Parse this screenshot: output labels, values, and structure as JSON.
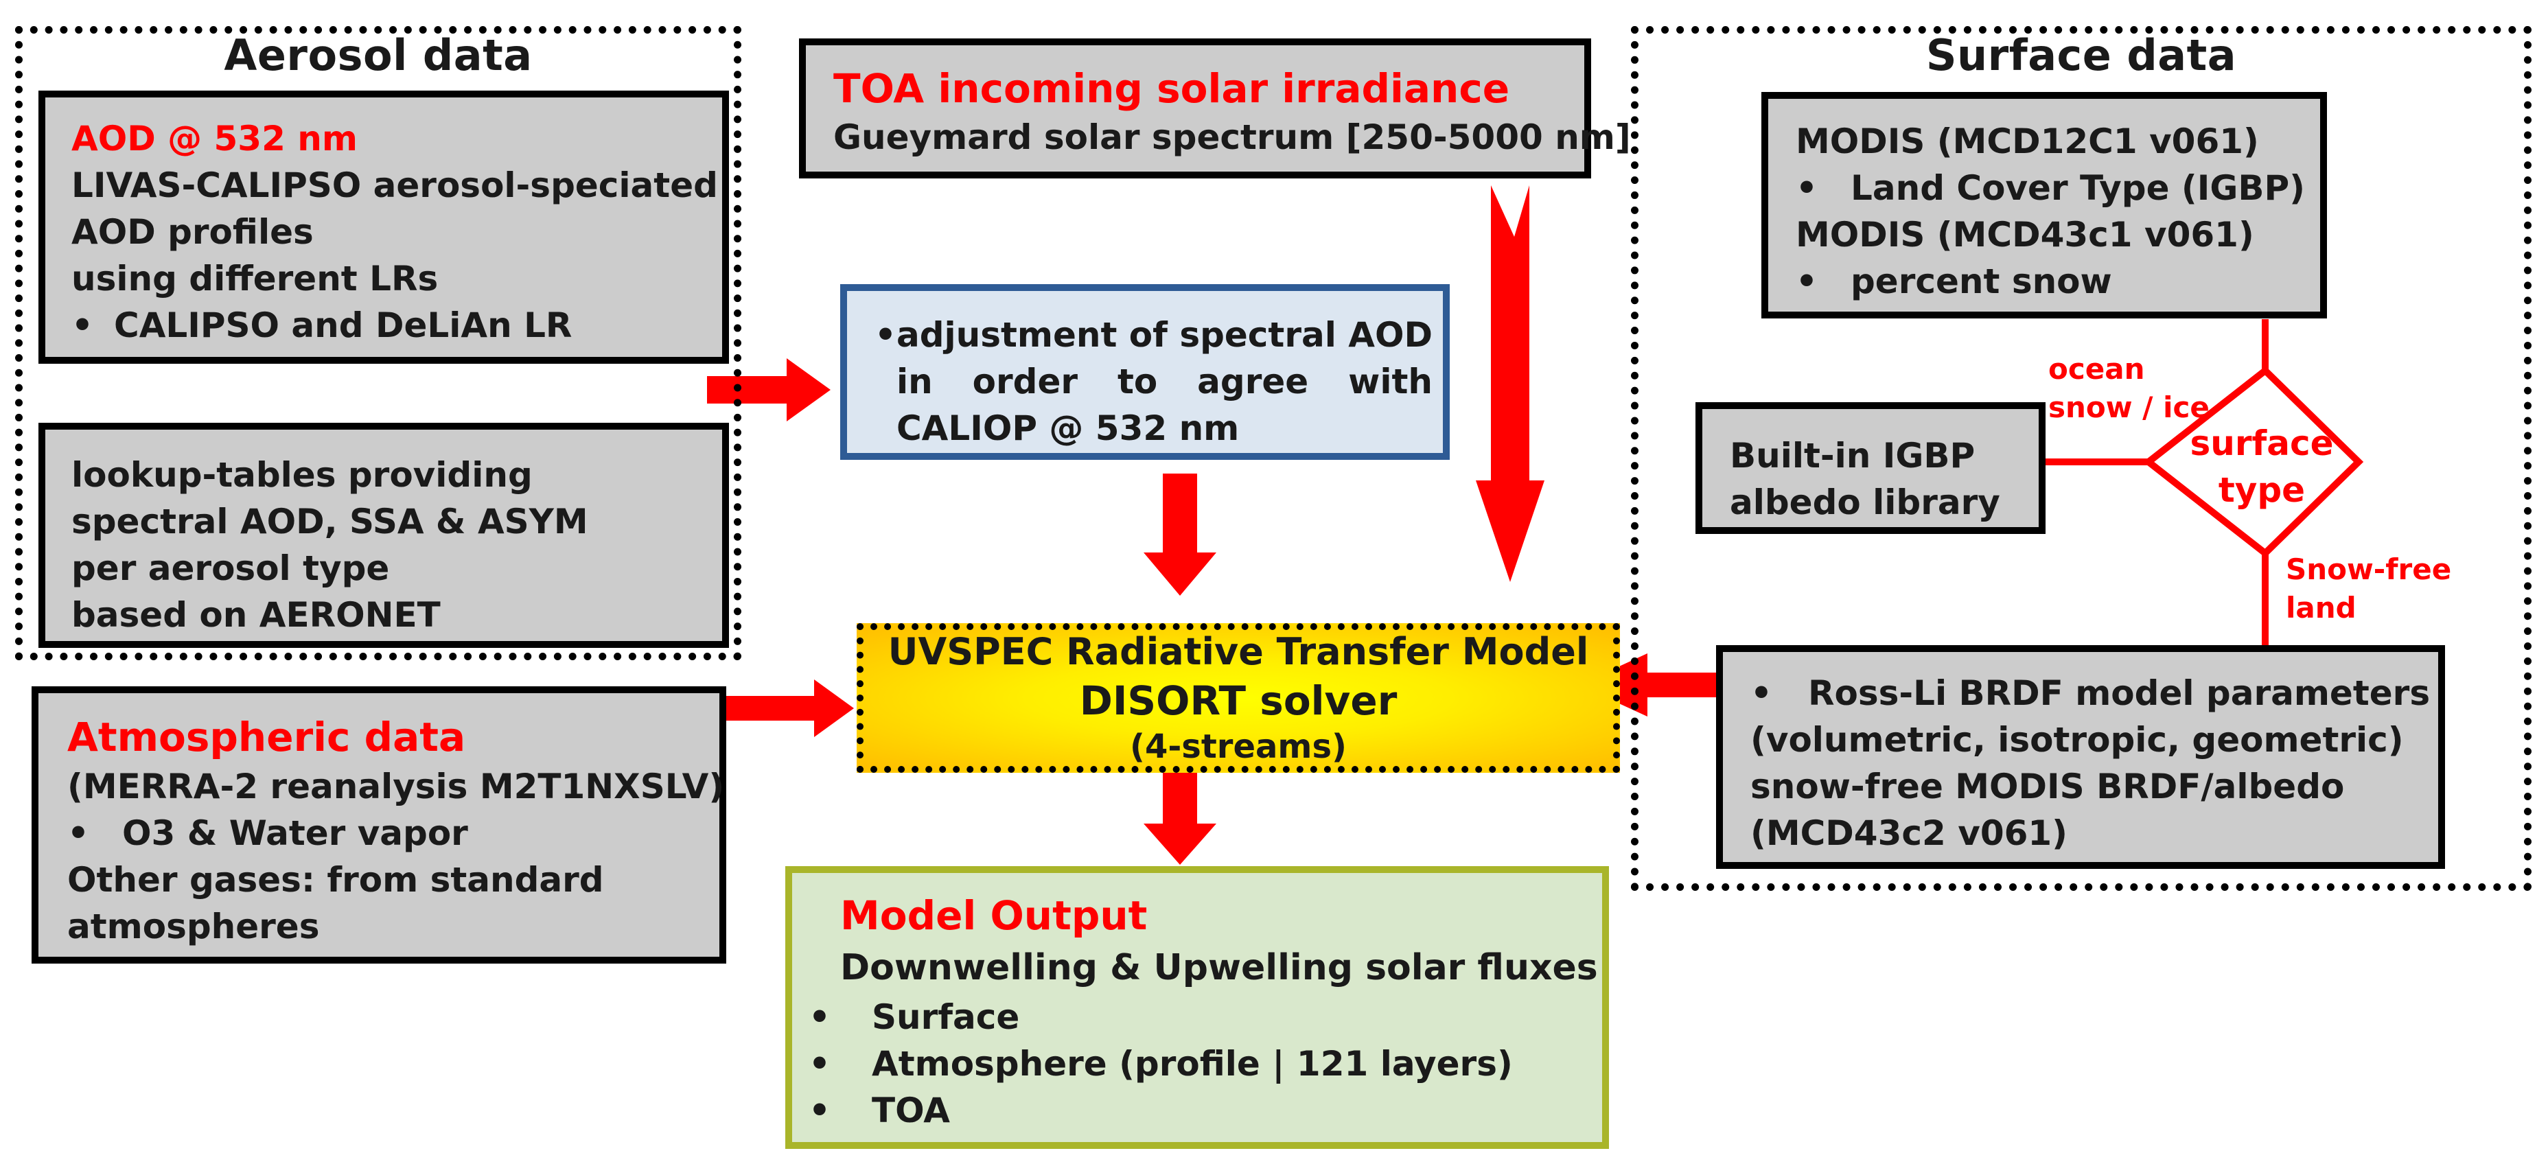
{
  "aerosol": {
    "title": "Aerosol data",
    "aod_box": {
      "heading": "AOD @ 532 nm",
      "line1": "LIVAS-CALIPSO aerosol-speciated",
      "line2": "AOD profiles",
      "line3": "using different LRs",
      "bullet1": "CALIPSO and DeLiAn LR"
    },
    "lut_box": {
      "line1": "lookup-tables providing",
      "line2": "spectral AOD, SSA & ASYM",
      "line3": "per aerosol type",
      "line4": "based on AERONET"
    }
  },
  "toa": {
    "heading": "TOA incoming solar irradiance",
    "line1": "Gueymard solar spectrum [250-5000 nm]"
  },
  "adjust": {
    "line1": "adjustment of spectral AOD",
    "line2": "in order to agree with",
    "line3": "CALIOP @ 532 nm"
  },
  "surface": {
    "title": "Surface data",
    "modis_box": {
      "line1": "MODIS (MCD12C1 v061)",
      "bullet1": "Land Cover Type (IGBP)",
      "line2": "MODIS (MCD43c1 v061)",
      "bullet2": "percent snow"
    },
    "igbp_box": {
      "line1": "Built-in IGBP",
      "line2": "albedo library"
    },
    "diamond": {
      "line1": "surface",
      "line2": "type"
    },
    "label_ocean": "ocean",
    "label_snow_ice": "snow / ice",
    "label_snowfree": "Snow-free",
    "label_land": "land",
    "brdf_box": {
      "bullet1": "Ross-Li BRDF model parameters",
      "line1": "(volumetric, isotropic, geometric)",
      "line2": "snow-free MODIS BRDF/albedo",
      "line3": "(MCD43c2 v061)"
    }
  },
  "uvspec": {
    "line1": "UVSPEC Radiative Transfer Model",
    "line2": "DISORT solver",
    "line3": "(4-streams)"
  },
  "atmos": {
    "heading": "Atmospheric data",
    "line1": "(MERRA-2 reanalysis M2T1NXSLV)",
    "bullet1": "O3 & Water vapor",
    "line2": "Other gases: from standard",
    "line3": "atmospheres"
  },
  "output": {
    "heading": "Model Output",
    "line1": "Downwelling & Upwelling solar fluxes",
    "bullet1": "Surface",
    "bullet2": "Atmosphere (profile | 121 layers)",
    "bullet3": "TOA"
  },
  "bullet_char": "•",
  "colors": {
    "red": "#ff0000",
    "box_gray": "#cccccc",
    "adjust_fill": "#dce6f1",
    "adjust_border": "#2e5b95",
    "output_fill": "#d9e8cc",
    "output_border": "#a9b52a",
    "uvspec_center": "#ffff00",
    "uvspec_edge": "#ffc000"
  }
}
